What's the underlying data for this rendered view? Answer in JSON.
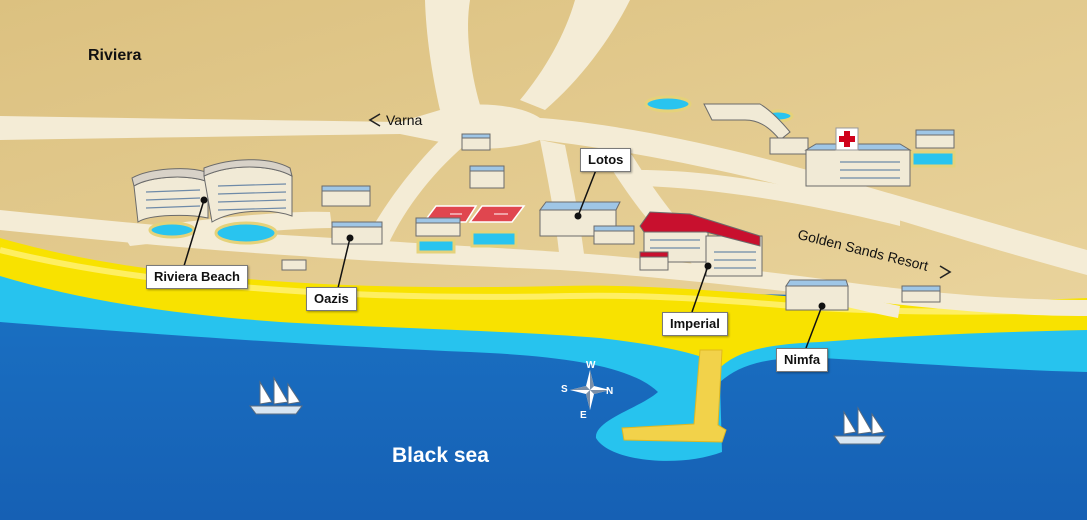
{
  "map": {
    "region_label": "Riviera",
    "road_label_varna": "Varna",
    "road_label_golden_sands": "Golden Sands Resort",
    "sea_label": "Black sea",
    "compass": {
      "north": "N",
      "south": "S",
      "east": "E",
      "west": "W"
    },
    "hotels": {
      "riviera_beach": "Riviera Beach",
      "oazis": "Oazis",
      "lotos": "Lotos",
      "imperial": "Imperial",
      "nimfa": "Nimfa"
    },
    "colors": {
      "land": "#e2c98a",
      "road": "#f4ecd6",
      "beach": "#f7e000",
      "shallow_water": "#29c4ef",
      "deep_water": "#1a6fc4",
      "roof_red": "#c8102e",
      "court_red": "#e0464f"
    }
  }
}
